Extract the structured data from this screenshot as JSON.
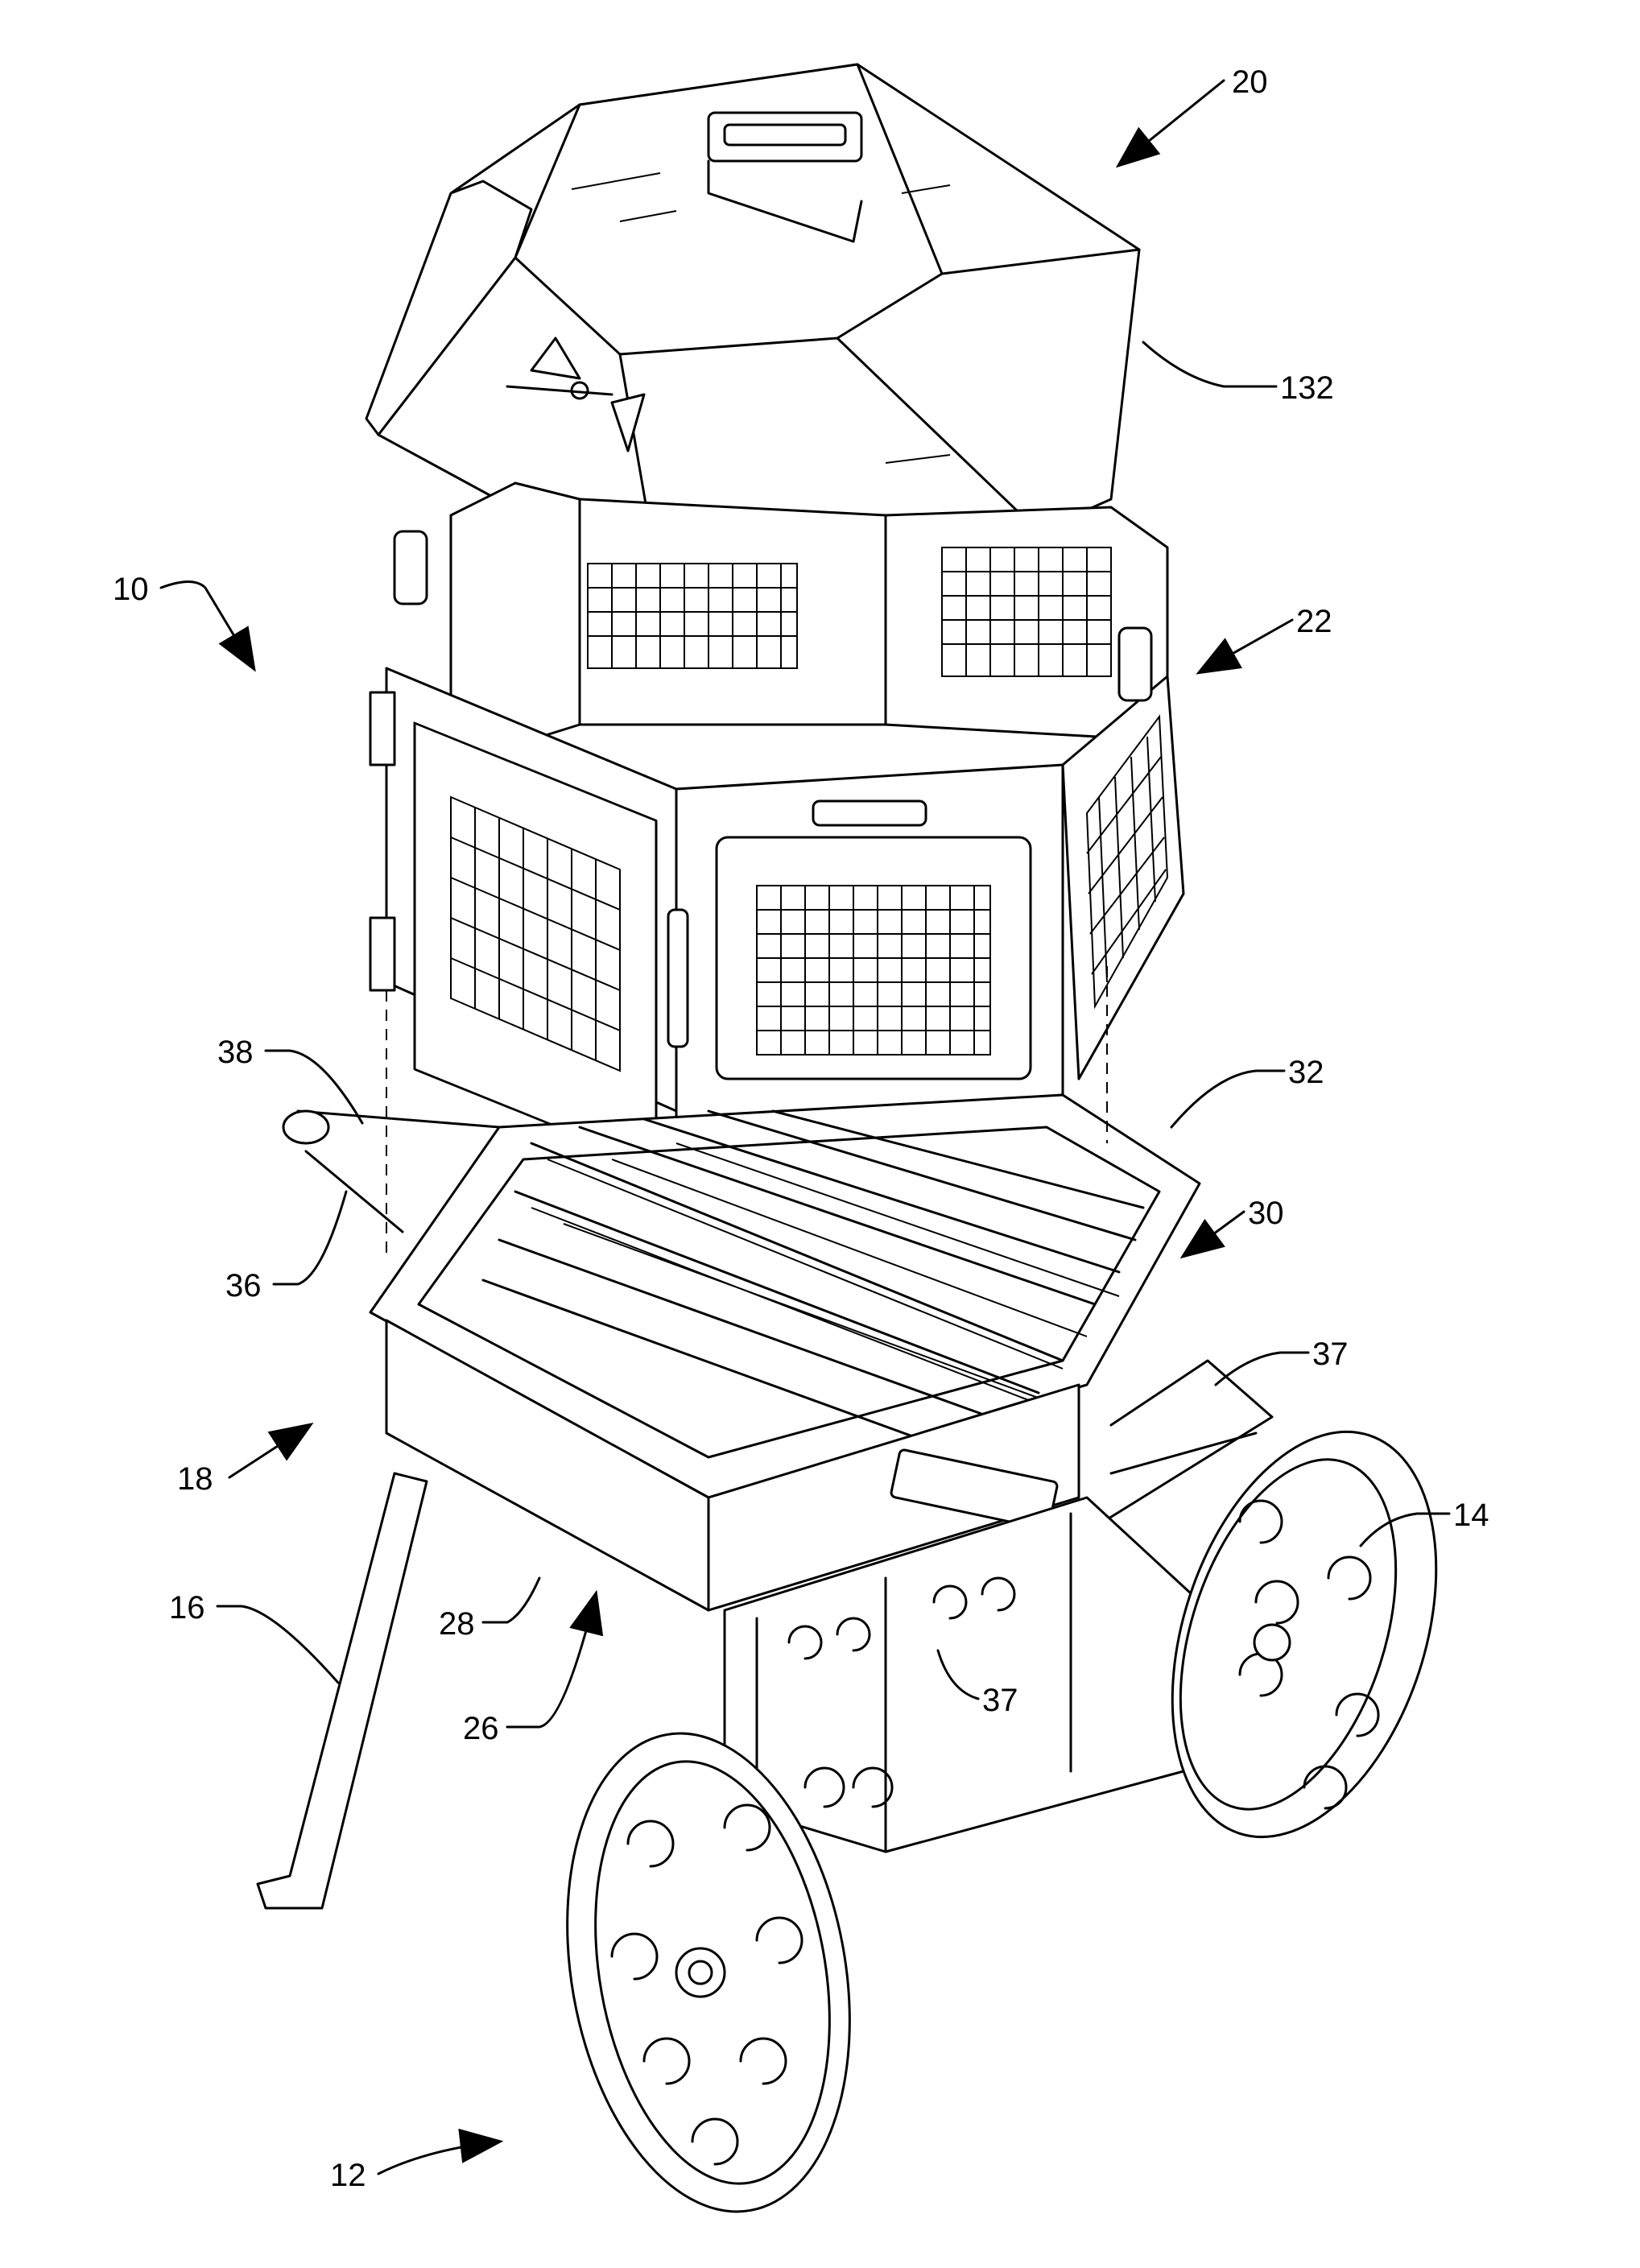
{
  "figure": {
    "reference_numerals": [
      {
        "id": "20",
        "text": "20"
      },
      {
        "id": "132",
        "text": "132"
      },
      {
        "id": "10",
        "text": "10"
      },
      {
        "id": "22",
        "text": "22"
      },
      {
        "id": "38",
        "text": "38"
      },
      {
        "id": "32",
        "text": "32"
      },
      {
        "id": "36",
        "text": "36"
      },
      {
        "id": "30",
        "text": "30"
      },
      {
        "id": "37a",
        "text": "37"
      },
      {
        "id": "18",
        "text": "18"
      },
      {
        "id": "14",
        "text": "14"
      },
      {
        "id": "16",
        "text": "16"
      },
      {
        "id": "28",
        "text": "28"
      },
      {
        "id": "37b",
        "text": "37"
      },
      {
        "id": "26",
        "text": "26"
      },
      {
        "id": "12",
        "text": "12"
      }
    ]
  }
}
